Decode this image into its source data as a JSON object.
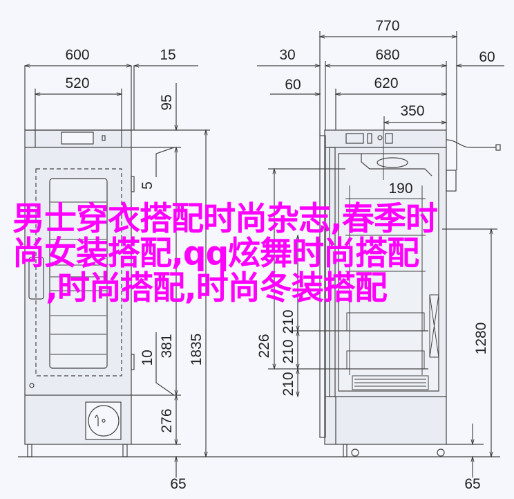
{
  "diagram": {
    "title_overlay": [
      "男士穿衣搭配时尚杂志,春季时",
      "尚女装搭配,qq炫舞时尚搭配",
      ",时尚搭配,时尚冬装搭配"
    ],
    "colors": {
      "overlay": "#ff00ff",
      "line": "#444444",
      "background": "#f5f7fc",
      "body_fill": "#e9edf3"
    },
    "front_view": {
      "dimensions": {
        "width_total": "600",
        "side_gap": "15",
        "door_width": "520",
        "top_offset": "95",
        "hinge_top": "5",
        "hinge_bottom": "10",
        "door_height": "381",
        "total_height": "1835",
        "base_height": "276",
        "foot_height": "65"
      }
    },
    "side_view": {
      "dimensions": {
        "depth_total": "770",
        "handle_offset": "30",
        "body_depth": "680",
        "rear_offset": "60",
        "door_offset": "60",
        "inner_depth": "620",
        "cord_offset": "350",
        "shelf_top": "226",
        "shelf_mid": "190",
        "shelf_a": "210",
        "shelf_b": "210",
        "shelf_c": "210",
        "interior_height": "1280",
        "caster_height": "65"
      }
    }
  }
}
